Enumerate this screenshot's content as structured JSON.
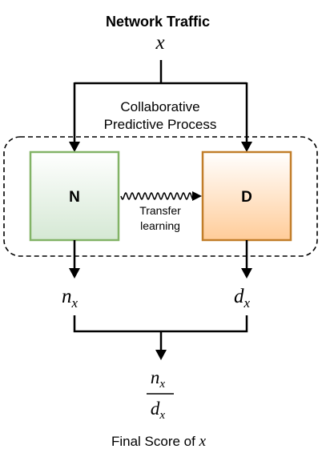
{
  "title": "Network Traffic",
  "input_symbol": "x",
  "process_label_line1": "Collaborative",
  "process_label_line2": "Predictive Process",
  "model_n": {
    "label": "N",
    "fill_top": "#ffffff",
    "fill_bottom": "#d5e8d4",
    "stroke": "#82b366"
  },
  "model_d": {
    "label": "D",
    "fill_top": "#ffffff",
    "fill_bottom": "#ffcc99",
    "stroke": "#c17d29"
  },
  "transfer_label_line1": "Transfer",
  "transfer_label_line2": "learning",
  "output_n": {
    "base": "n",
    "sub": "x"
  },
  "output_d": {
    "base": "d",
    "sub": "x"
  },
  "final_fraction": {
    "numerator": {
      "base": "n",
      "sub": "x"
    },
    "denominator": {
      "base": "d",
      "sub": "x"
    }
  },
  "final_label_prefix": "Final Score of ",
  "final_label_symbol": "x"
}
